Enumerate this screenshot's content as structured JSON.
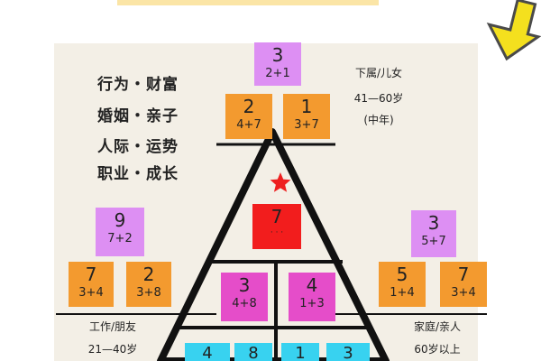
{
  "legend": [
    "行为・财富",
    "婚姻・亲子",
    "人际・运势",
    "职业・成长"
  ],
  "top": {
    "apex": {
      "num": "3",
      "sub": "2+1"
    },
    "left": {
      "num": "2",
      "sub": "4+7"
    },
    "right": {
      "num": "1",
      "sub": "3+7"
    },
    "caption": {
      "title": "下属/儿女",
      "age": "41—60岁",
      "period": "(中年)"
    }
  },
  "center": {
    "num": "7",
    "sub": "· · ·"
  },
  "left_group": {
    "apex": {
      "num": "9",
      "sub": "7+2"
    },
    "left": {
      "num": "7",
      "sub": "3+4"
    },
    "right": {
      "num": "2",
      "sub": "3+8"
    },
    "caption": {
      "title": "工作/朋友",
      "age": "21—40岁"
    }
  },
  "right_group": {
    "apex": {
      "num": "3",
      "sub": "5+7"
    },
    "left": {
      "num": "5",
      "sub": "1+4"
    },
    "right": {
      "num": "7",
      "sub": "3+4"
    },
    "caption": {
      "title": "家庭/亲人",
      "age": "60岁以上"
    }
  },
  "middle_row": [
    {
      "num": "3",
      "sub": "4+8"
    },
    {
      "num": "4",
      "sub": "1+3"
    }
  ],
  "bottom_row": [
    {
      "num": "4"
    },
    {
      "num": "8"
    },
    {
      "num": "1"
    },
    {
      "num": "3"
    }
  ],
  "colors": {
    "violet": "#dd8ff3",
    "orange": "#f39a2f",
    "magenta": "#e54dc9",
    "cyan": "#38d2f0",
    "red": "#f21d1d",
    "arrow": "#f4e01e"
  }
}
